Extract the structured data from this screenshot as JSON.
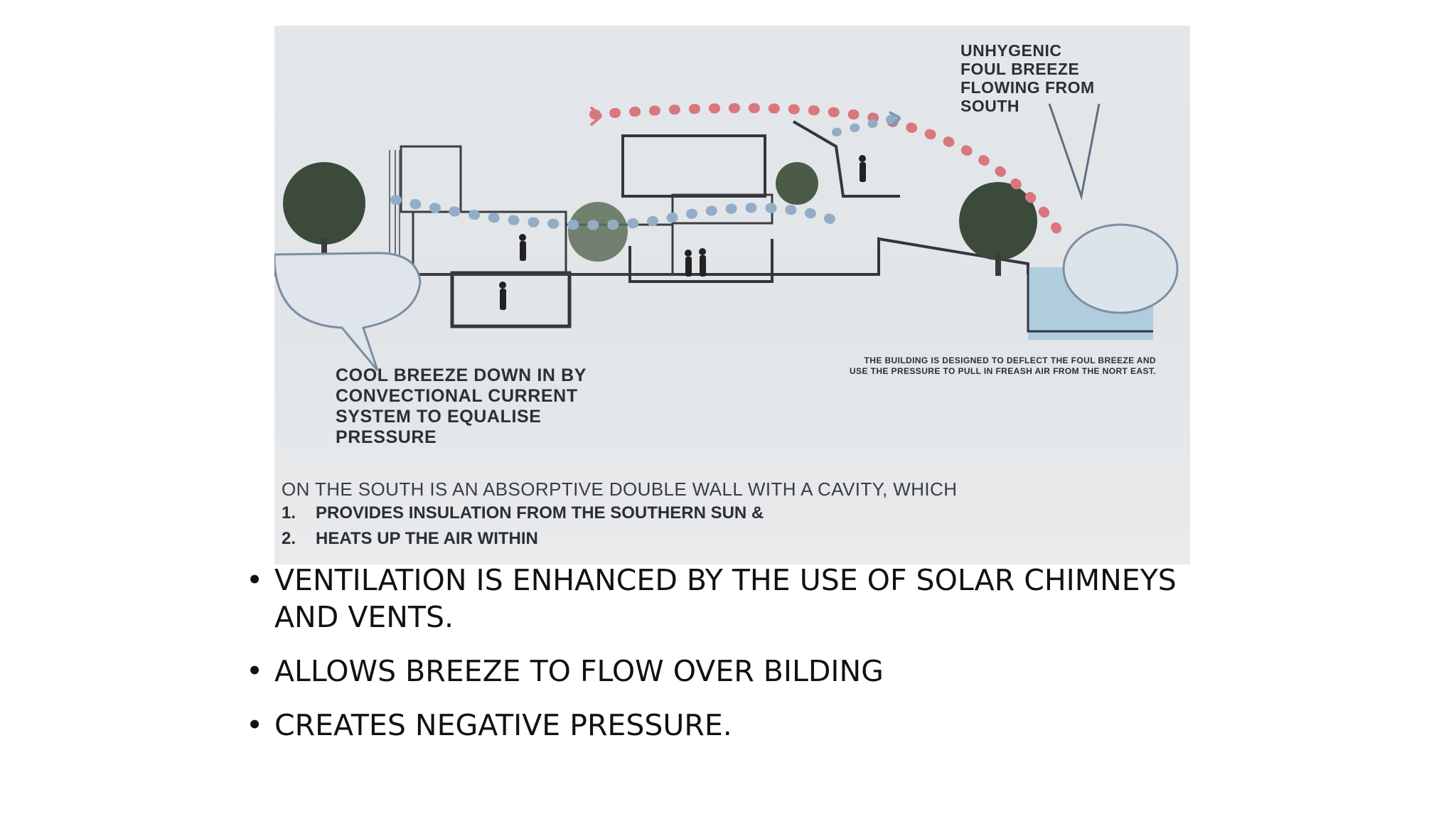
{
  "figure": {
    "label_top": "UNHYGENIC\nFOUL BREEZE\nFLOWING FROM\nSOUTH",
    "label_cool": "COOL BREEZE DOWN IN BY\nCONVECTIONAL CURRENT\nSYSTEM TO EQUALISE\nPRESSURE",
    "label_deflect": "THE BUILDING IS DESIGNED TO DEFLECT THE FOUL BREEZE AND\nUSE THE PRESSURE TO PULL IN FREASH AIR FROM THE NORT EAST.",
    "label_south": "ON THE SOUTH IS AN ABSORPTIVE DOUBLE WALL WITH A CAVITY, WHICH",
    "list": [
      {
        "num": "1.",
        "text": "PROVIDES INSULATION FROM THE SOUTHERN SUN &"
      },
      {
        "num": "2.",
        "text": "HEATS UP THE AIR WITHIN"
      }
    ]
  },
  "bullets": [
    "VENTILATION IS ENHANCED BY THE USE OF SOLAR CHIMNEYS AND VENTS.",
    "ALLOWS BREEZE TO FLOW OVER BILDING",
    "CREATES NEGATIVE PRESSURE."
  ],
  "colors": {
    "foul_breeze": "#d9777f",
    "cool_breeze": "#93adc7",
    "water": "#a7c9dc"
  }
}
